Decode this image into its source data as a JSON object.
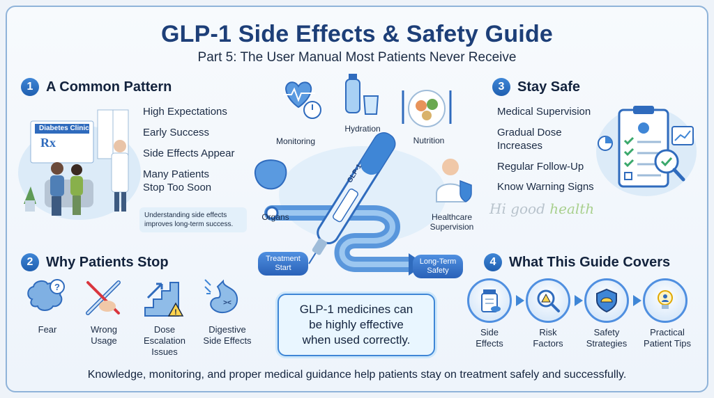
{
  "header": {
    "title": "GLP-1 Side Effects & Safety Guide",
    "subtitle": "Part 5: The User Manual Most Patients Never Receive"
  },
  "sections": {
    "s1": {
      "number": "1",
      "title": "A Common Pattern",
      "items": [
        "High Expectations",
        "Early Success",
        "Side Effects Appear",
        "Many Patients",
        "Stop Too Soon"
      ],
      "note": [
        "Understanding side effects",
        "improves long-term success."
      ],
      "clinic_sign": "Diabetes Clinic",
      "rx": "Rx"
    },
    "s2": {
      "number": "2",
      "title": "Why Patients Stop",
      "icons": [
        {
          "icon": "brain-question-icon",
          "label": [
            "Fear"
          ]
        },
        {
          "icon": "syringe-hand-icon",
          "label": [
            "Wrong",
            "Usage"
          ]
        },
        {
          "icon": "stairs-warning-icon",
          "label": [
            "Dose",
            "Escalation",
            "Issues"
          ]
        },
        {
          "icon": "stomach-icon",
          "label": [
            "Digestive",
            "Side Effects"
          ]
        }
      ]
    },
    "s3": {
      "number": "3",
      "title": "Stay Safe",
      "items": [
        "Medical Supervision",
        "Gradual Dose",
        "Increases",
        "Regular Follow-Up",
        "Know Warning Signs"
      ]
    },
    "s4": {
      "number": "4",
      "title": "What This Guide Covers",
      "steps": [
        {
          "icon": "medicine-bottle-icon",
          "label": [
            "Side",
            "Effects"
          ]
        },
        {
          "icon": "magnifier-warning-icon",
          "label": [
            "Risk",
            "Factors"
          ]
        },
        {
          "icon": "shield-helmet-icon",
          "label": [
            "Safety",
            "Strategies"
          ]
        },
        {
          "icon": "lightbulb-person-icon",
          "label": [
            "Practical",
            "Patient Tips"
          ]
        }
      ]
    }
  },
  "center": {
    "monitoring": "Monitoring",
    "hydration": "Hydration",
    "nutrition": "Nutrition",
    "organs": "Organs",
    "healthcare": [
      "Healthcare",
      "Supervision"
    ],
    "pen_label": "GLP-1",
    "start": [
      "Treatment",
      "Start"
    ],
    "end": [
      "Long-Term",
      "Safety"
    ],
    "watermark_a": "Hi good",
    "watermark_b": "health"
  },
  "callout": [
    "GLP-1 medicines can",
    "be highly effective",
    "when used correctly."
  ],
  "footer": "Knowledge, monitoring, and proper medical guidance help patients stay on treatment safely and successfully.",
  "colors": {
    "accent": "#1f5fb0",
    "title": "#1d3f78",
    "light": "#e3f0fa"
  }
}
